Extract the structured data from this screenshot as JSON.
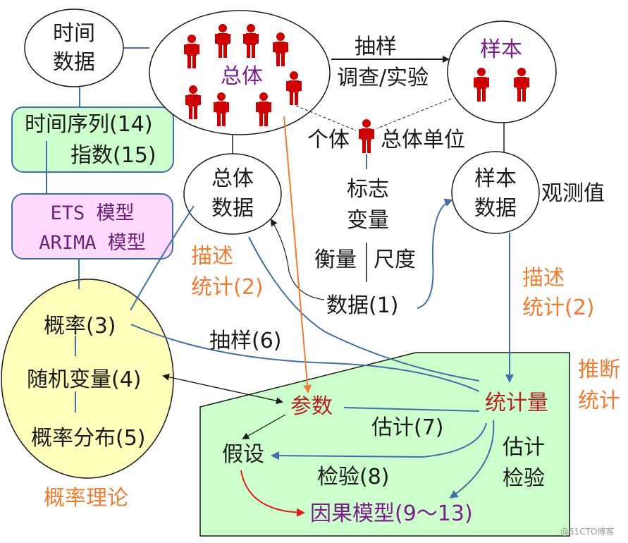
{
  "colors": {
    "outline": "#1a1a1a",
    "blue_line": "#3f6fa8",
    "person": "#cc0000",
    "orange_text": "#ef7d31",
    "purple_text": "#7a1f8a",
    "green_fill": "#ccffcc",
    "yellow_fill": "#ffffbb",
    "pink_fill": "#ffd9ff",
    "orange_arrow": "#ef7d31",
    "red_arrow": "#e01b1b"
  },
  "nodes": {
    "time_data": [
      "时间",
      "数据"
    ],
    "population": "总体",
    "sample": "样本",
    "sampling_label": "抽样",
    "survey_label": "调查/实验",
    "individual_label": "个体",
    "population_unit_label": "总体单位",
    "time_series": "时间序列(14)",
    "index": "指数(15)",
    "pop_data": [
      "总体",
      "数据"
    ],
    "indicator": [
      "标志",
      "变量"
    ],
    "measure": "衡量",
    "scale": "尺度",
    "sample_data": [
      "样本",
      "数据"
    ],
    "observed_value": "观测值",
    "ets_model": "ETS 模型",
    "arima_model": "ARIMA 模型",
    "desc_stats_left": [
      "描述",
      "统计(2)"
    ],
    "desc_stats_right": [
      "描述",
      "统计(2)"
    ],
    "data_1": "数据(1)",
    "probability": "概率(3)",
    "random_variable": "随机变量(4)",
    "prob_distribution": "概率分布(5)",
    "prob_theory": "概率理论",
    "sampling_6": "抽样(6)",
    "inference": [
      "推断",
      "统计"
    ],
    "parameter": "参数",
    "statistic": "统计量",
    "estimation_7": "估计(7)",
    "hypothesis": "假设",
    "test_8": "检验(8)",
    "estimate_test": [
      "估计",
      "检验"
    ],
    "causal_model": "因果模型(9～13)"
  },
  "watermark": "@51CTO博客"
}
